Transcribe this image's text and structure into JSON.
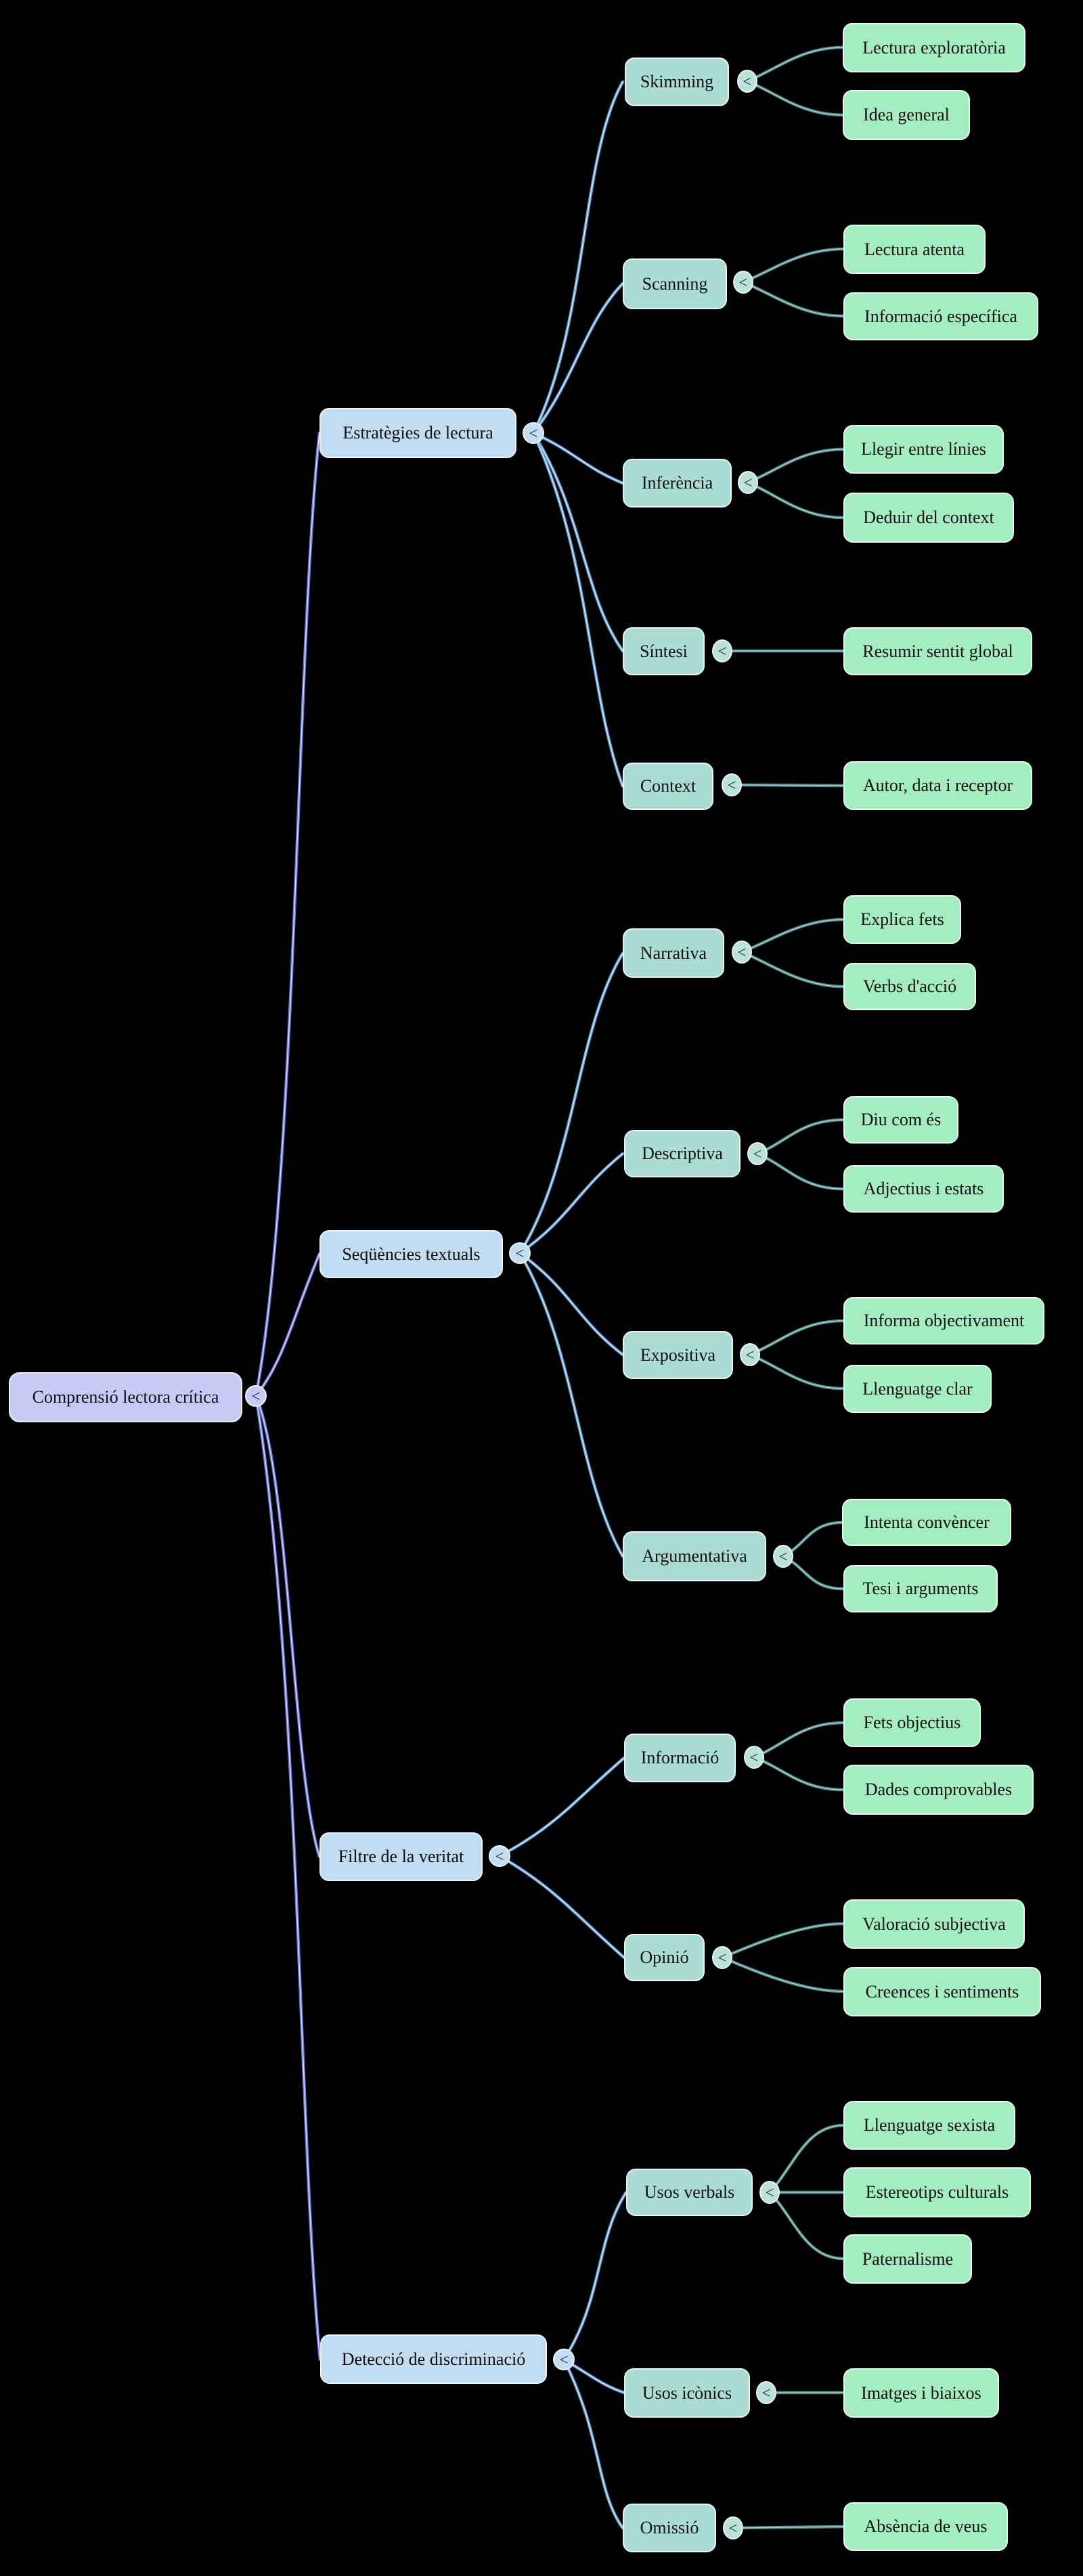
{
  "ui": {
    "collapse_glyph": "<"
  },
  "palette": {
    "background": "#000000",
    "root_fill": "#c5cbf4",
    "level2_fill": "#c2ddf2",
    "level3_fill": "#abdcd3",
    "leaf_fill": "#a3edc1",
    "edge_root": "#6574dc",
    "edge_level2": "#5e9bd2",
    "edge_level3": "#4d8787",
    "text": "#101014"
  },
  "tree": {
    "root": "Comprensió lectora crítica",
    "branches": [
      {
        "label": "Estratègies de lectura",
        "subs": [
          {
            "label": "Skimming",
            "leaves": [
              "Lectura exploratòria",
              "Idea general"
            ]
          },
          {
            "label": "Scanning",
            "leaves": [
              "Lectura atenta",
              "Informació específica"
            ]
          },
          {
            "label": "Inferència",
            "leaves": [
              "Llegir entre línies",
              "Deduir del context"
            ]
          },
          {
            "label": "Síntesi",
            "leaves": [
              "Resumir sentit global"
            ]
          },
          {
            "label": "Context",
            "leaves": [
              "Autor, data i receptor"
            ]
          }
        ]
      },
      {
        "label": "Seqüències textuals",
        "subs": [
          {
            "label": "Narrativa",
            "leaves": [
              "Explica fets",
              "Verbs d'acció"
            ]
          },
          {
            "label": "Descriptiva",
            "leaves": [
              "Diu com és",
              "Adjectius i estats"
            ]
          },
          {
            "label": "Expositiva",
            "leaves": [
              "Informa objectivament",
              "Llenguatge clar"
            ]
          },
          {
            "label": "Argumentativa",
            "leaves": [
              "Intenta convèncer",
              "Tesi i arguments"
            ]
          }
        ]
      },
      {
        "label": "Filtre de la veritat",
        "subs": [
          {
            "label": "Informació",
            "leaves": [
              "Fets objectius",
              "Dades comprovables"
            ]
          },
          {
            "label": "Opinió",
            "leaves": [
              "Valoració subjectiva",
              "Creences i sentiments"
            ]
          }
        ]
      },
      {
        "label": "Detecció de discriminació",
        "subs": [
          {
            "label": "Usos verbals",
            "leaves": [
              "Llenguatge sexista",
              "Estereotips culturals",
              "Paternalisme"
            ]
          },
          {
            "label": "Usos icònics",
            "leaves": [
              "Imatges i biaixos"
            ]
          },
          {
            "label": "Omissió",
            "leaves": [
              "Absència de veus"
            ]
          }
        ]
      }
    ]
  }
}
